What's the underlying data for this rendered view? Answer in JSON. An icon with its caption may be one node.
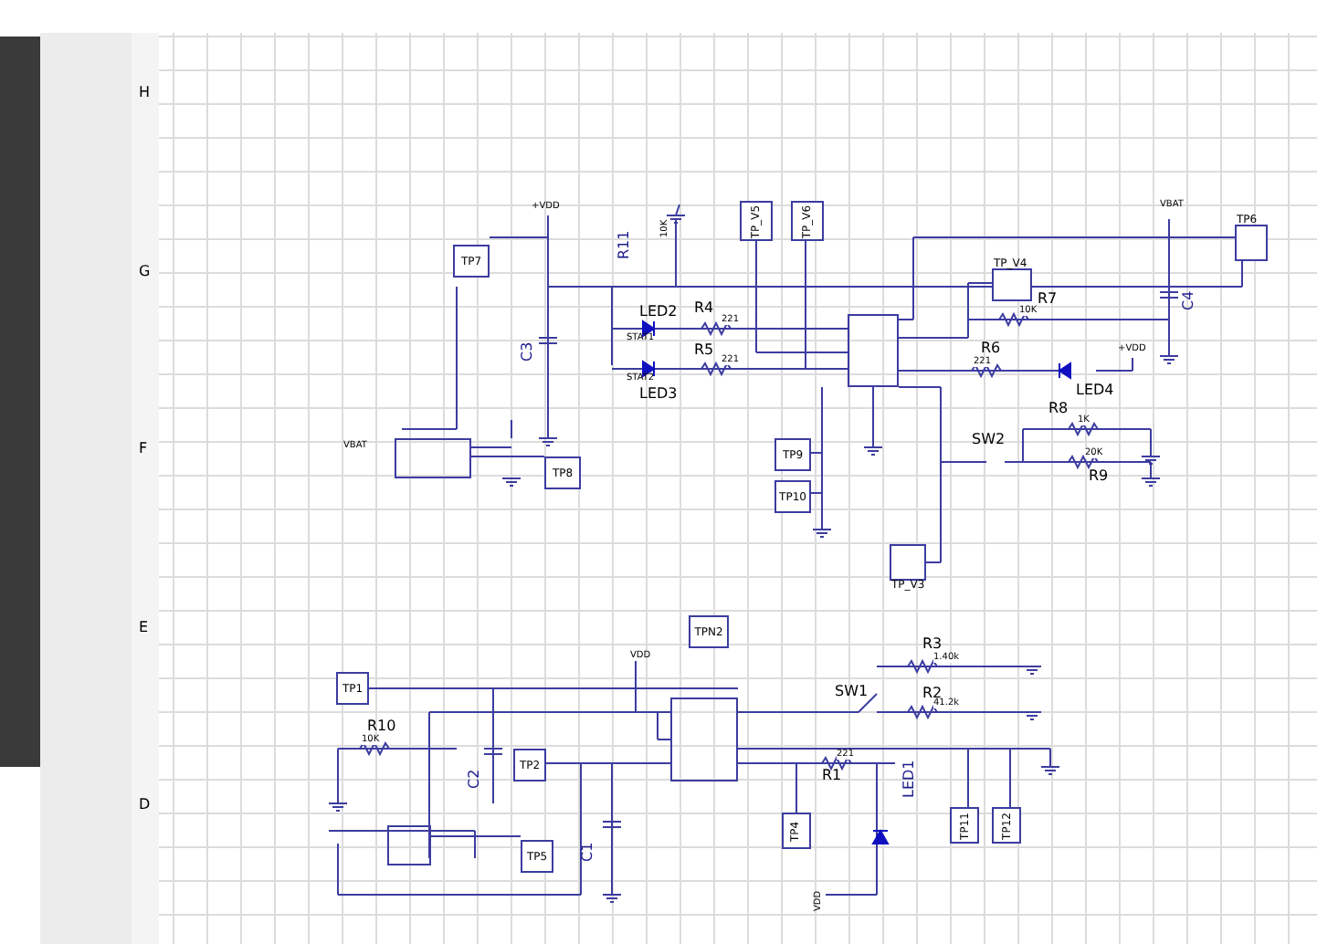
{
  "diagram": {
    "nodes": [
      {
        "text": [
          "TP7"
        ]
      },
      {
        "text": [
          "TP_V5"
        ]
      },
      {
        "text": [
          "TP_V6"
        ]
      },
      {
        "text": [
          "TP_V4"
        ]
      },
      {
        "text": [
          "TP6"
        ]
      },
      {
        "text": [],
        "shape": "box"
      },
      {
        "text": [],
        "shape": "box"
      },
      {
        "text": [
          "TP8"
        ]
      },
      {
        "text": [
          "TP9"
        ]
      },
      {
        "text": [
          "TP10"
        ]
      },
      {
        "text": [
          "TP_V3"
        ]
      },
      {
        "text": [
          "TPN2"
        ]
      },
      {
        "text": [],
        "shape": "box"
      },
      {
        "text": [
          "TP1"
        ]
      },
      {
        "text": [
          "TP2"
        ]
      },
      {
        "text": [],
        "shape": "box"
      },
      {
        "text": [
          "TP5"
        ]
      },
      {
        "text": [
          "TP4"
        ]
      },
      {
        "text": [
          "TP11"
        ]
      },
      {
        "text": [
          "TP12"
        ]
      }
    ],
    "labels": [
      "H",
      "G",
      "F",
      "E",
      "D",
      "+VDD",
      "R11",
      "10K",
      "LED2",
      "R4",
      "221",
      "STAT1",
      "R5",
      "221",
      "STAT2",
      "LED3",
      "C3",
      "VBAT",
      "C4",
      "R7",
      "10K",
      "R6",
      "221",
      "LED4",
      "+VDD",
      "VBAT",
      "SW2",
      "R8",
      "1K",
      "R9",
      "20K",
      "VDD",
      "R3",
      "1.40k",
      "SW1",
      "R2",
      "41.2k",
      "R10",
      "10K",
      "C2",
      "R1",
      "221",
      "LED1",
      "C1",
      "VDD"
    ]
  }
}
